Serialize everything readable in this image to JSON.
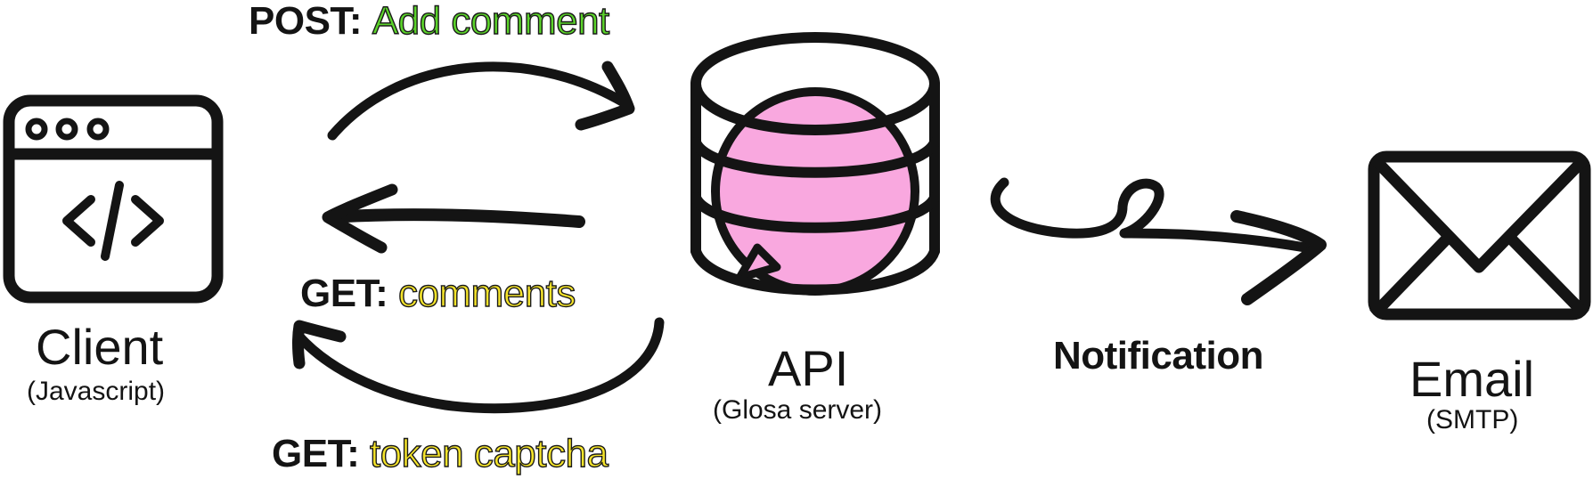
{
  "flows": {
    "post": {
      "method": "POST:",
      "action": "Add comment"
    },
    "get_comments": {
      "method": "GET:",
      "action": "comments"
    },
    "get_token": {
      "method": "GET:",
      "action": "token captcha"
    },
    "notification": "Notification"
  },
  "nodes": {
    "client": {
      "title": "Client",
      "subtitle": "(Javascript)",
      "icon": "browser-code-icon"
    },
    "api": {
      "title": "API",
      "subtitle": "(Glosa server)",
      "icon": "database-comment-icon"
    },
    "email": {
      "title": "Email",
      "subtitle": "(SMTP)",
      "icon": "envelope-icon"
    }
  },
  "colors": {
    "stroke": "#141414",
    "post_highlight": "#5bd32a",
    "get_highlight": "#f5e42a",
    "bubble_fill": "#f9a8df"
  }
}
